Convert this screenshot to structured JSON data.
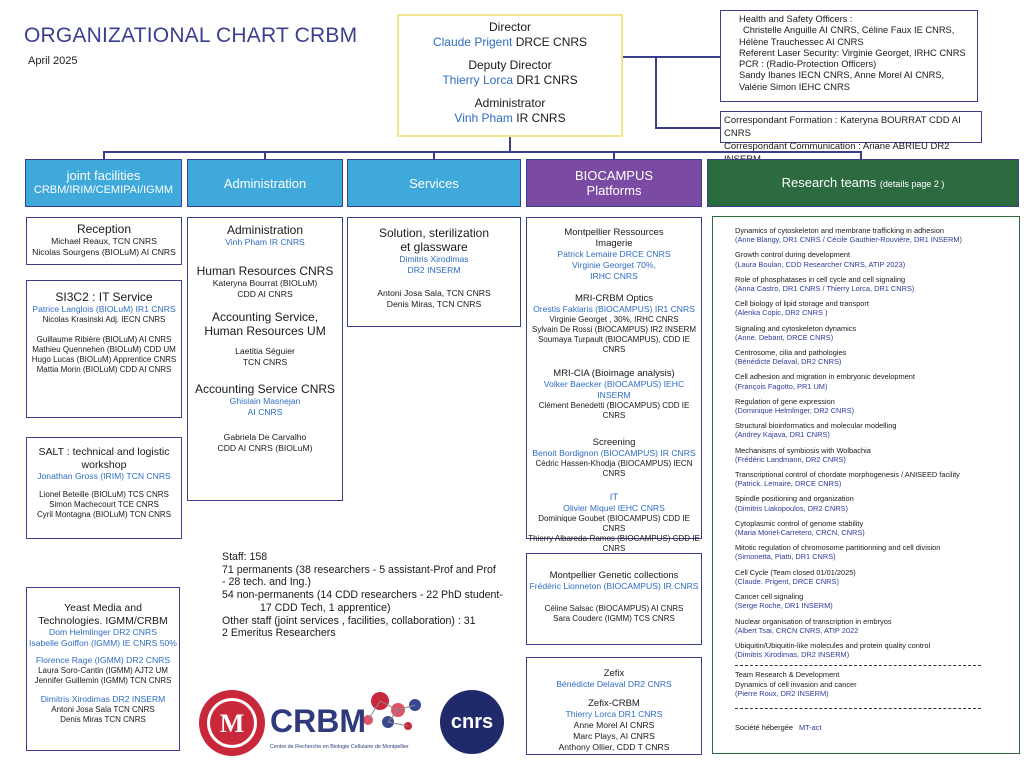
{
  "title": "ORGANIZATIONAL CHART CRBM",
  "date": "April 2025",
  "direction": {
    "director_label": "Director",
    "director_name": "Claude Prigent",
    "director_rank": "DRCE CNRS",
    "deputy_label": "Deputy Director",
    "deputy_name": "Thierry Lorca",
    "deputy_rank": "DR1 CNRS",
    "admin_label": "Administrator",
    "admin_name": "Vinh Pham",
    "admin_rank": "IR CNRS"
  },
  "health_safety": [
    "Health and Safety Officers :",
    "Christelle Anguille AI CNRS, Céline Faux IE CNRS,",
    "Hélène Trauchessec AI CNRS",
    "Referent Laser Security: Virginie Georget, IRHC CNRS",
    "PCR : (Radio-Protection Officers)",
    "Sandy Ibanes IECN CNRS, Anne Morel AI CNRS,",
    "Valérie Simon IEHC CNRS"
  ],
  "correspondants": [
    "Correspondant Formation :   Kateryna BOURRAT CDD AI CNRS",
    "Correspondant Communication :   Ariane ABRIEU DR2 INSERM"
  ],
  "headers": {
    "joint_title": "joint facilities",
    "joint_sub": "CRBM/IRIM/CEMIPAI/IGMM",
    "administration": "Administration",
    "services": "Services",
    "biocampus_1": "BIOCAMPUS",
    "biocampus_2": "Platforms",
    "research": "Research teams ",
    "research_note": "(details page 2 )"
  },
  "reception": {
    "title": "Reception",
    "lines": [
      "Michael Reaux, TCN CNRS",
      "Nicolas Sourgens (BIOLuM) AI CNRS"
    ]
  },
  "si3c2": {
    "title": "SI3C2 : IT Service",
    "lead": "Patrice Langlois (BIOLuM) IR1 CNRS",
    "lines": [
      "Nicolas Krasinski Adj.  IECN CNRS",
      "",
      "Guillaume Ribière (BIOLuM) AI CNRS",
      "Mathieu Quennehen (BIOLuM) CDD UM",
      "Hugo Lucas (BIOLuM) Apprentice CNRS",
      "Mattia Morin (BIOLuM) CDD AI CNRS"
    ]
  },
  "salt": {
    "title_1": "SALT : technical and logistic",
    "title_2": "workshop",
    "lead": "Jonathan Gross (IRIM) TCN CNRS",
    "lines": [
      "Lionel Beteille (BIOLuM) TCS CNRS",
      "Simon Machecourt  TCE CNRS",
      "Cyril Montagna (BIOLuM) TCN CNRS"
    ]
  },
  "yeast": {
    "title_1": "Yeast Media and",
    "title_2": "Technologies. IGMM/CRBM",
    "lead_1": "Dom Helmlinger  DR2 CNRS",
    "lead_2": "Isabelle Goiffon (IGMM) IE CNRS 50%",
    "lead_3": "Florence Rage (IGMM) DR2 CNRS",
    "lines_1": [
      "Laura Soro-Cantin (IGMM) AJT2 UM",
      "Jennifer Guillemin (IGMM) TCN CNRS"
    ],
    "lead_4": "Dimitris Xirodimas DR2 INSERM",
    "lines_2": [
      "Antoni Josa Sala TCN CNRS",
      "Denis Miras TCN CNRS"
    ]
  },
  "administration": {
    "s1_title": "Administration",
    "s1_lead": "Vinh Pham IR CNRS",
    "s2_title": "Human Resources CNRS",
    "s2_lines": [
      "Kateryna Bourrat (BIOLuM)",
      "CDD AI CNRS"
    ],
    "s3_title_1": "Accounting Service,",
    "s3_title_2": "Human Resources UM",
    "s3_lines": [
      "Laetitia Séguier",
      "TCN CNRS"
    ],
    "s4_title": "Accounting Service CNRS",
    "s4_lead_1": "Ghislain Masnejan",
    "s4_lead_2": "AI CNRS",
    "s4_lines": [
      "Gabriela De Carvalho",
      "CDD AI CNRS (BIOLuM)"
    ]
  },
  "services": {
    "title_1": "Solution, sterilization",
    "title_2": "et glassware",
    "lead_1": "Dimitris Xirodimas",
    "lead_2": "DR2 INSERM",
    "lines": [
      "Antoni Josa Sala, TCN CNRS",
      "Denis Miras, TCN CNRS"
    ]
  },
  "biocampus": {
    "mri_title_1": "Montpellier Ressources",
    "mri_title_2": "Imagerie",
    "mri_lead_1": "Patrick Lemaire DRCE CNRS",
    "mri_lead_2": "Virginie Georget  70%,",
    "mri_lead_3": "IRHC CNRS",
    "optics_title": "MRI-CRBM Optics",
    "optics_lead": "Orestis Faklaris (BIOCAMPUS) IR1 CNRS",
    "optics_lines": [
      "Virginie Georget , 30%, IRHC CNRS",
      "Sylvain De Rossi (BIOCAMPUS) IR2 INSERM",
      "Soumaya Turpault (BIOCAMPUS), CDD IE CNRS"
    ],
    "cia_title": "MRI-CIA (Bioimage analysis)",
    "cia_lead": "Volker Baecker (BIOCAMPUS) IEHC INSERM",
    "cia_lines": [
      "Clément Benedetti (BIOCAMPUS) CDD IE CNRS"
    ],
    "scr_title": "Screening",
    "scr_lead": "Benoit Bordignon (BIOCAMPUS) IR CNRS",
    "scr_lines": [
      "Cédric Hassen-Khodja (BIOCAMPUS) IECN CNRS"
    ],
    "it_title": "IT",
    "it_lead": "Olivier Miquel IEHC CNRS",
    "it_lines": [
      "Dominique Goubet (BIOCAMPUS) CDD IE CNRS",
      "Thierry Albareda-Ramos (BIOCAMPUS) CDD IE CNRS"
    ]
  },
  "genetic": {
    "title": "Montpellier Genetic collections",
    "lead": "Frédéric Lionneton (BIOCAMPUS) IR CNRS",
    "lines": [
      "Céline Salsac (BIOCAMPUS) AI CNRS",
      "Sara Couderc (IGMM) TCS CNRS"
    ]
  },
  "zefix": {
    "title": "Zefix",
    "lead": "Bénédicte Delaval DR2 CNRS",
    "title_2": "Zefix-CRBM",
    "lead_2": "Thierry Lorca DR1 CNRS",
    "lines": [
      "Anne Morel AI CNRS",
      "Marc Plays, AI CNRS",
      "Anthony Ollier, CDD T CNRS"
    ]
  },
  "staff": [
    "Staff:  158",
    " 71 permanents (38 researchers - 5 assistant-Prof and Prof",
    " - 28 tech. and Ing.)",
    "54 non-permanents (14 CDD researchers - 22 PhD student-",
    "17 CDD Tech, 1 apprentice)",
    " Other staff (joint services , facilities, collaboration) : 31",
    "2 Emeritus Researchers"
  ],
  "logos": {
    "crbm": "CRBM",
    "crbm_sub": "Centre de Recherche en Biologie Cellulaire de Montpellier",
    "cnrs": "cnrs",
    "um": "M"
  },
  "teams": [
    {
      "name": "Dynamics of cytoskeleton and membrane trafficking in adhesion",
      "pi": "(Anne Blangy, DR1 CNRS / Cécile Gauthier-Rouvière, DR1 INSERM)"
    },
    {
      "name": "Growth control during development",
      "pi": "(Laura Boulan, CDD Researcher CNRS, ATIP 2023)"
    },
    {
      "name": "Role of phosphatases in cell cycle and cell signaling",
      "pi": "(Anna Castro, DR1 CNRS / Thierry Lorca, DR1 CNRS)"
    },
    {
      "name": "Cell biology of lipid storage and transport",
      "pi": "(Alenka Copic, DR2 CNRS )"
    },
    {
      "name": "Signaling and cytoskeleton dynamics",
      "pi": "(Anne. Debant, DRCE CNRS)"
    },
    {
      "name": "Centrosome, cilia and pathologies",
      "pi": "(Bénédicte Delaval, DR2 CNRS)"
    },
    {
      "name": "Cell adhesion and migration in embryonic development",
      "pi": "(François Fagotto, PR1 UM)"
    },
    {
      "name": "Regulation of gene expression",
      "pi": "(Dominique Helmlinger, DR2 CNRS)"
    },
    {
      "name": "Structural bioinformatics and molecular modelling",
      "pi": "(Andrey Kajava, DR1 CNRS)"
    },
    {
      "name": "Mechanisms of symbiosis with Wolbachia",
      "pi": "(Frédéric Landmann, DR2 CNRS)"
    },
    {
      "name": "Transcriptional control of chordate morphogenesis / ANISEED facility",
      "pi": "(Patrick. Lemaire, DRCE CNRS)"
    },
    {
      "name": "Spindle positioning and organization",
      "pi": "(Dimitris Liakopoulos, DR2 CNRS)"
    },
    {
      "name": "Cytoplasmic control of genome stability",
      "pi": "(Maria Moriel-Carretero, CRCN, CNRS)"
    },
    {
      "name": "Mitotic regulation of chromosome partitionning and cell division",
      "pi": "(Simonetta, Piatti, DR1 CNRS)"
    },
    {
      "name": "Cell Cycle (Team closed 01/01/2025)",
      "pi": "(Claude. Prigent, DRCE CNRS)"
    },
    {
      "name": "Cancer cell signaling",
      "pi": "(Serge Roche, DR1 INSERM)"
    },
    {
      "name": "Nuclear organisation of transcription in embryos",
      "pi": "(Albert Tsai, CRCN CNRS, ATIP 2022"
    },
    {
      "name": "Ubiquitin/Ubiquitin-like molecules and protein quality control",
      "pi": "(Dimitris Xirodimas, DR2 INSERM)"
    }
  ],
  "team_rd": {
    "line1": "Team Research & Development",
    "line2": "Dynamics of cell invasion and cancer",
    "pi": "(Pierre Roux, DR2 INSERM)"
  },
  "hosted": {
    "label": "Société hébergée",
    "name": "MT-act"
  }
}
